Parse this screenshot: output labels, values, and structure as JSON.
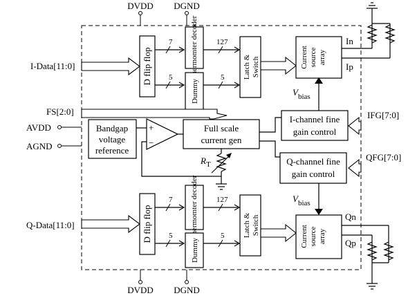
{
  "supplies": {
    "dvdd_top": "DVDD",
    "dgnd_top": "DGND",
    "dvdd_bottom": "DVDD",
    "dgnd_bottom": "DGND",
    "avdd": "AVDD",
    "agnd": "AGND"
  },
  "inputs": {
    "i_data": "I-Data[11:0]",
    "q_data": "Q-Data[11:0]",
    "fs": "FS[2:0]",
    "ifg": "IFG[7:0]",
    "qfg": "QFG[7:0]"
  },
  "outputs": {
    "in": "In",
    "ip": "Ip",
    "qn": "Qn",
    "qp": "Qp"
  },
  "blocks": {
    "dff": "D flip flop",
    "thermo": "Thermomter decoder",
    "dummy": "Dummy",
    "latch1": "Latch &",
    "latch2": "Switch",
    "csa1": "Current",
    "csa2": "source",
    "csa3": "array",
    "bg1": "Bandgap",
    "bg2": "voltage",
    "bg3": "reference",
    "fsg1": "Full scale",
    "fsg2": "current gen",
    "ich1": "I-channel fine",
    "ich2": "gain control",
    "qch1": "Q-channel fine",
    "qch2": "gain control"
  },
  "bus_widths": {
    "seven": "7",
    "five": "5",
    "onetwentyseven": "127"
  },
  "annotations": {
    "vbias": "V",
    "vbias_sub": "bias",
    "rt": "R",
    "rt_sub": "T",
    "plus": "+",
    "minus": "−"
  }
}
